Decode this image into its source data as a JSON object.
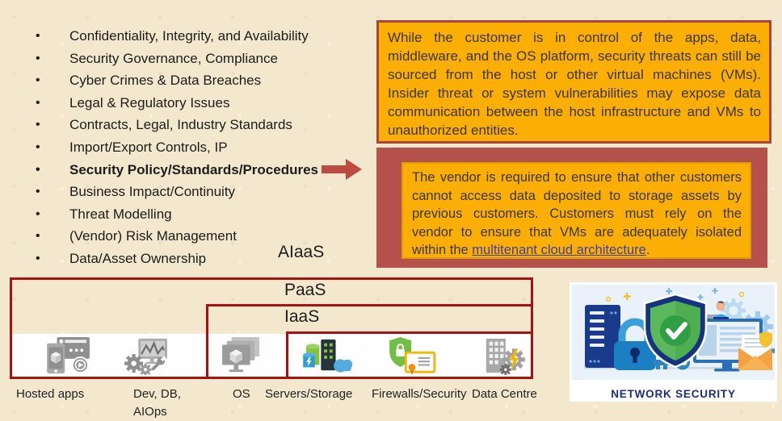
{
  "slide": {
    "kind": "cloud-security-presentation-slide"
  },
  "bullets": [
    "Confidentiality, Integrity, and Availability",
    "Security Governance, Compliance",
    "Cyber Crimes & Data Breaches",
    "Legal & Regulatory Issues",
    "Contracts, Legal, Industry Standards",
    "Import/Export Controls, IP",
    "Security Policy/Standards/Procedures",
    "Business Impact/Continuity",
    "Threat Modelling",
    "(Vendor) Risk Management",
    "Data/Asset Ownership"
  ],
  "callouts": {
    "top": {
      "text": "While the customer is in control of the apps, data, middleware, and the OS platform, security threats can still be sourced from the host or other virtual machines (VMs). Insider threat or system vulnerabilities may expose data communication between the host infrastructure and VMs to unauthorized entities."
    },
    "bottom": {
      "text_before": "The vendor is required to ensure that other customers cannot access data deposited to storage assets by previous customers. Customers must rely on the vendor to ensure that VMs are adequately isolated within the ",
      "link_text": "multitenant cloud architecture",
      "text_after": "."
    }
  },
  "stack": {
    "aiaas_label": "AIaaS",
    "paas_label": "PaaS",
    "iaas_label": "IaaS",
    "icons": [
      {
        "name": "hosted-apps-icon",
        "label": "Hosted apps"
      },
      {
        "name": "dev-db-aiops-icon",
        "label_line1": "Dev, DB,",
        "label_line2": "AIOps"
      },
      {
        "name": "os-icon",
        "label": "OS"
      },
      {
        "name": "servers-storage-icon",
        "label": "Servers/Storage"
      },
      {
        "name": "firewalls-security-icon",
        "label": "Firewalls/Security"
      },
      {
        "name": "data-centre-icon",
        "label": "Data Centre"
      }
    ]
  },
  "network_security": {
    "caption": "NETWORK SECURITY"
  },
  "colors": {
    "background": "#F3E7CD",
    "callout_fill": "#FBAE03",
    "callout_top_border": "#A8463C",
    "maroon_panel": "#B4514C",
    "stack_box_border": "#A61111",
    "arrow": "#BE4A44",
    "link": "#4140A8",
    "caption_navy": "#1C2C7E"
  }
}
